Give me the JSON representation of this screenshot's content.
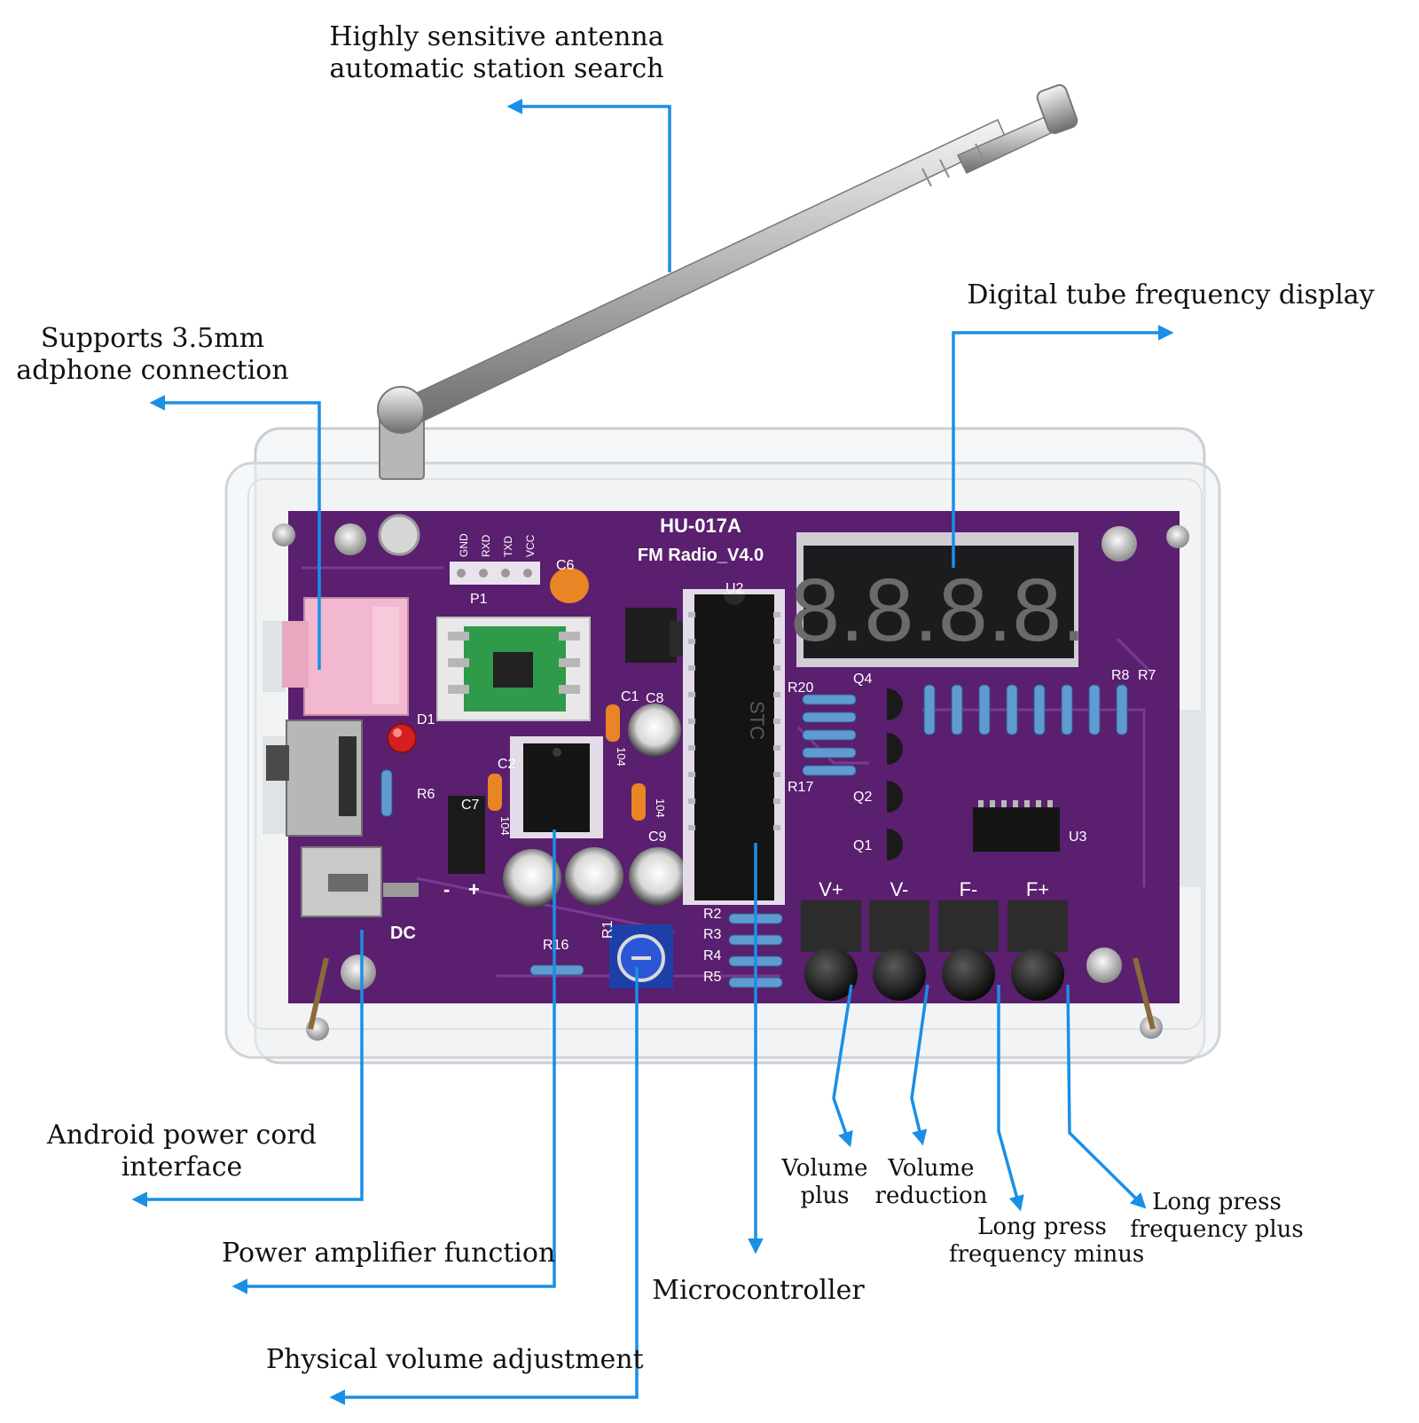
{
  "labels": {
    "antenna": [
      "Highly sensitive antenna",
      "automatic station search"
    ],
    "headphone": [
      "Supports 3.5mm",
      "adphone connection"
    ],
    "display": [
      "Digital tube frequency display"
    ],
    "power_cord": [
      "Android power cord",
      "interface"
    ],
    "amplifier": [
      "Power amplifier function"
    ],
    "physical_volume": [
      "Physical volume adjustment"
    ],
    "microcontroller": [
      "Microcontroller"
    ],
    "volume_plus": [
      "Volume",
      "plus"
    ],
    "volume_reduction": [
      "Volume",
      "reduction"
    ],
    "freq_minus": [
      "Long press",
      "frequency minus"
    ],
    "freq_plus": [
      "Long press",
      "frequency plus"
    ]
  },
  "board": {
    "model": "HU-017A",
    "name": "FM Radio_V4.0",
    "silk": {
      "p1": "P1",
      "gnd": "GND",
      "rxd": "RXD",
      "txd": "TXD",
      "vcc": "VCC",
      "c6": "C6",
      "c8": "C8",
      "c1": "C1",
      "c2": "C2",
      "c9": "C9",
      "c7": "C7",
      "d1": "D1",
      "r6": "R6",
      "r16": "R16",
      "r1": "R1",
      "r17": "R17",
      "r20": "R20",
      "r2": "R2",
      "r3": "R3",
      "r4": "R4",
      "r5": "R5",
      "r7": "R7",
      "r8": "R8",
      "u2": "U2",
      "u3": "U3",
      "q1": "Q1",
      "q2": "Q2",
      "q4": "Q4",
      "dc": "DC",
      "minus": "-",
      "plus": "+",
      "cap1": "104",
      "cap2": "104",
      "cap3": "104"
    },
    "chip_brand": "STC",
    "display_digits": "8.8.8.8.",
    "buttons": [
      "V+",
      "V-",
      "F-",
      "F+"
    ]
  },
  "colors": {
    "pcb": "#5a1f6e",
    "arrow": "#1a8fe6",
    "jack": "#f2b8cf",
    "led": "#d62020",
    "display": "#1c1c1e"
  }
}
